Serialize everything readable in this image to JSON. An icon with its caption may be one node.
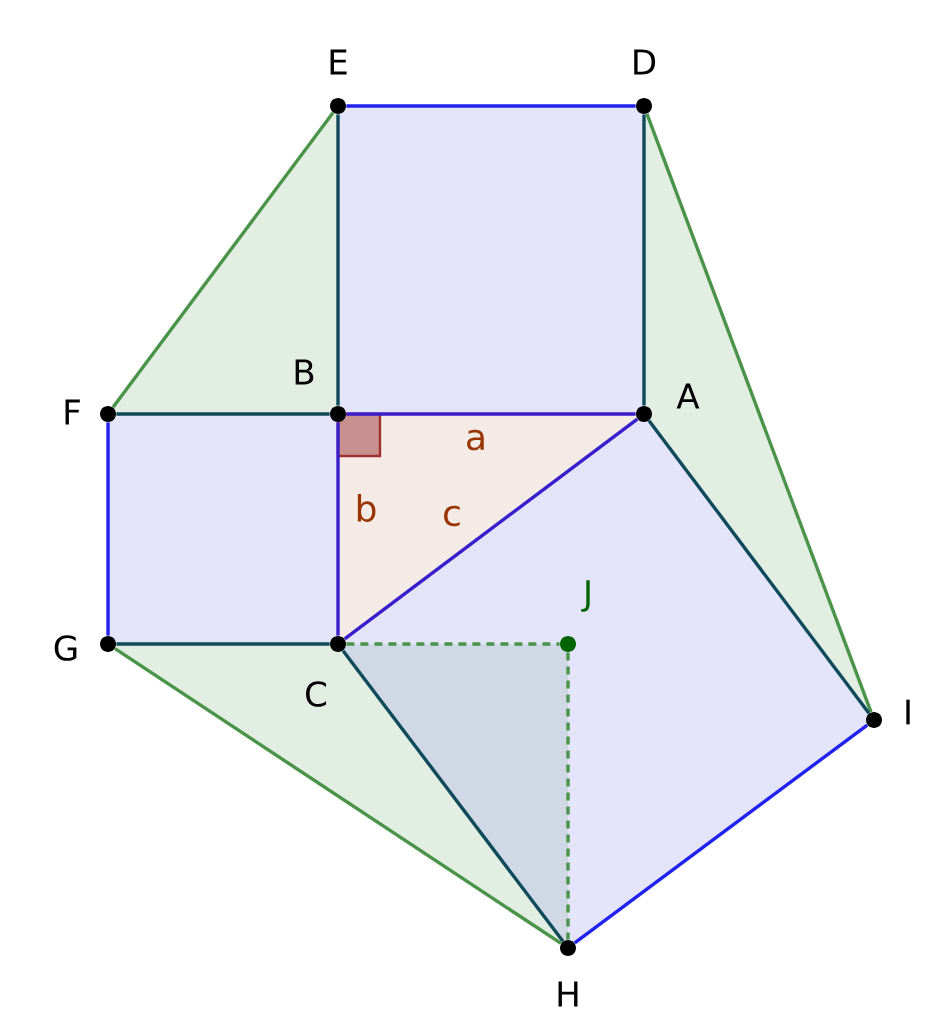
{
  "diagram": {
    "nodes": [
      {
        "text": [],
        "shape": "circle",
        "beside": [
          "E"
        ]
      },
      {
        "text": [],
        "shape": "circle",
        "beside": [
          "D"
        ]
      },
      {
        "text": [],
        "shape": "circle",
        "beside": [
          "F"
        ]
      },
      {
        "text": [],
        "shape": "circle",
        "beside": [
          "B"
        ]
      },
      {
        "text": [],
        "shape": "circle",
        "beside": [
          "A"
        ]
      },
      {
        "text": [],
        "shape": "circle",
        "beside": [
          "J"
        ]
      },
      {
        "text": [],
        "shape": "circle",
        "beside": [
          "G"
        ]
      },
      {
        "text": [],
        "shape": "circle",
        "beside": [
          "C"
        ]
      },
      {
        "text": [],
        "shape": "circle",
        "beside": [
          "I"
        ]
      },
      {
        "text": [],
        "shape": "circle",
        "beside": [
          "H"
        ]
      }
    ],
    "edges": [
      {
        "from": 0,
        "to": 1,
        "arrow": "none",
        "color": "#2222ee"
      },
      {
        "from": 0,
        "to": 3,
        "arrow": "none"
      },
      {
        "from": 1,
        "to": 4,
        "arrow": "none"
      },
      {
        "from": 2,
        "to": 3,
        "arrow": "none"
      },
      {
        "from": 3,
        "to": 4,
        "arrow": "none",
        "color": "#3a1ecc"
      },
      {
        "from": 0,
        "to": 2,
        "arrow": "none",
        "color": "#4a944a"
      },
      {
        "from": 1,
        "to": 8,
        "arrow": "none",
        "color": "#4a944a"
      },
      {
        "from": 2,
        "to": 6,
        "arrow": "none",
        "color": "#2222ee"
      },
      {
        "from": 3,
        "to": 7,
        "arrow": "none",
        "color": "#3a1ecc"
      },
      {
        "from": 7,
        "to": 4,
        "arrow": "none",
        "color": "#3a1ecc"
      },
      {
        "from": 6,
        "to": 7,
        "arrow": "none"
      },
      {
        "from": 4,
        "to": 8,
        "arrow": "none"
      },
      {
        "from": 7,
        "to": 9,
        "arrow": "none"
      },
      {
        "from": 9,
        "to": 8,
        "arrow": "none",
        "color": "#2222ee"
      },
      {
        "from": 6,
        "to": 9,
        "arrow": "none",
        "color": "#4a944a"
      },
      {
        "from": 7,
        "to": 5,
        "arrow": "none",
        "style": "dashed",
        "color": "#4a944a"
      },
      {
        "from": 5,
        "to": 9,
        "arrow": "none",
        "style": "dashed",
        "color": "#4a944a"
      }
    ],
    "labels": [
      "a",
      "b",
      "c"
    ]
  }
}
